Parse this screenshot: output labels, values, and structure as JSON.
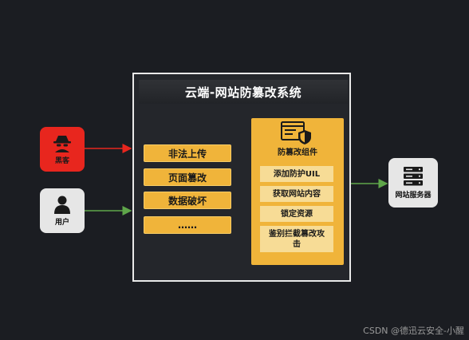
{
  "system": {
    "title": "云端-网站防篡改系统"
  },
  "actors": {
    "hacker": {
      "label": "黑客",
      "icon": "hacker-icon"
    },
    "user": {
      "label": "用户",
      "icon": "user-icon"
    },
    "server": {
      "label": "网站服务器",
      "icon": "server-icon"
    }
  },
  "attacks": [
    {
      "label": "非法上传"
    },
    {
      "label": "页面篡改"
    },
    {
      "label": "数据破坏"
    },
    {
      "label": "……"
    }
  ],
  "component": {
    "title": "防篡改组件",
    "icon": "shield-window-icon",
    "steps": [
      {
        "label": "添加防护UIL"
      },
      {
        "label": "获取网站内容"
      },
      {
        "label": "锁定资源"
      },
      {
        "label": "鉴别拦截篡改攻击"
      }
    ]
  },
  "colors": {
    "background": "#1b1d22",
    "attack_arrow": "#e8261e",
    "normal_arrow": "#5fa64a",
    "block": "#f0b43a",
    "hacker": "#e8261e"
  },
  "footer": {
    "watermark": "CSDN @德迅云安全-小醒"
  }
}
